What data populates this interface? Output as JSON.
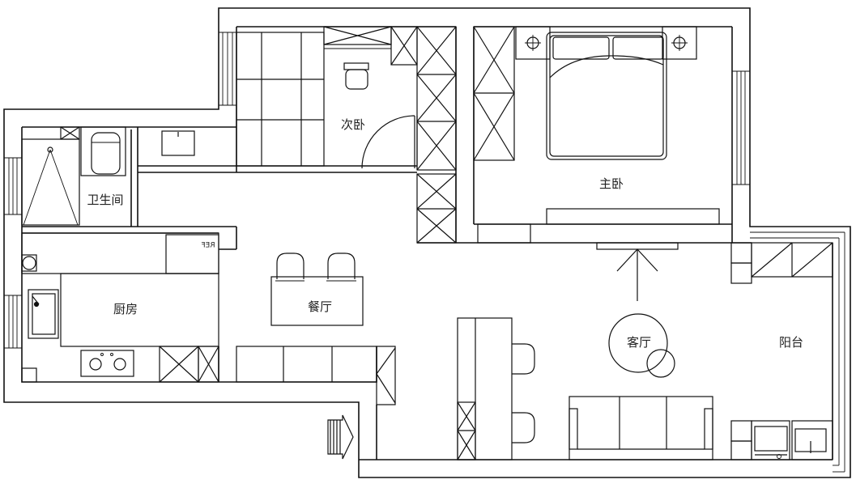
{
  "rooms": {
    "second_bedroom": "次卧",
    "master_bedroom": "主卧",
    "bathroom": "卫生间",
    "kitchen": "厨房",
    "dining": "餐厅",
    "living": "客厅",
    "balcony": "阳台"
  },
  "fixtures": {
    "fridge": "REF"
  }
}
